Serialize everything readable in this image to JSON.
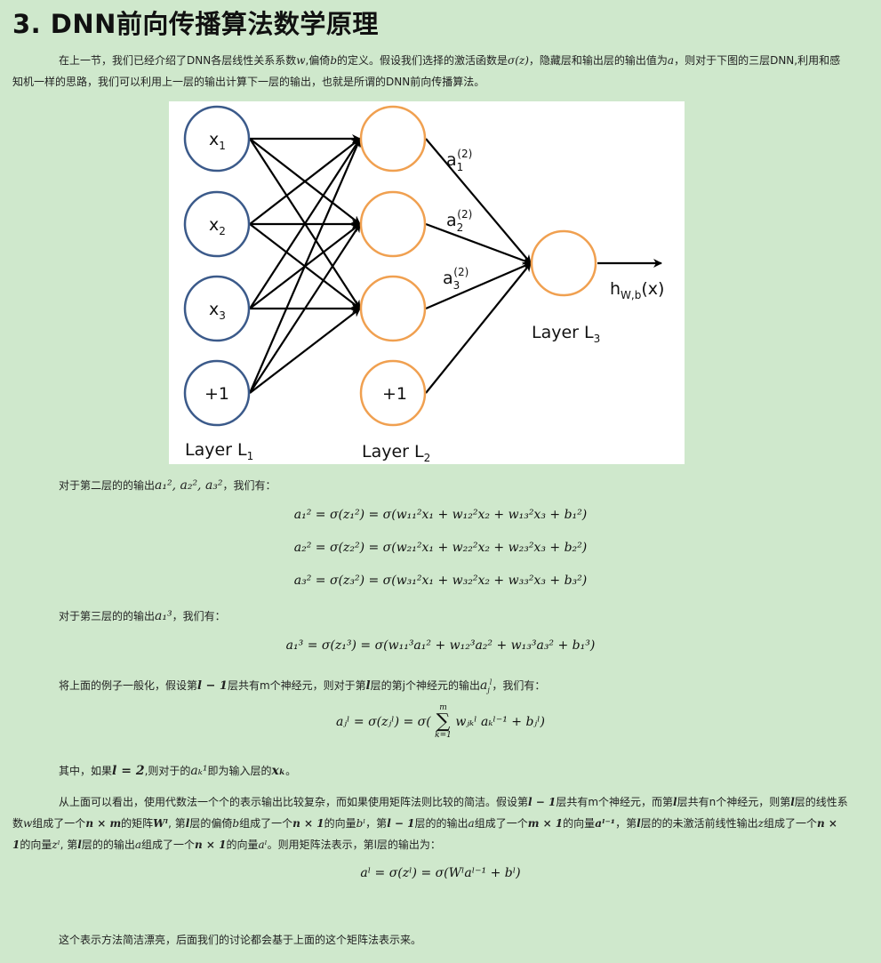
{
  "heading": "3. DNN前向传播算法数学原理",
  "intro": {
    "t1": "在上一节，我们已经介绍了DNN各层线性关系系数",
    "w": "w",
    "t2": ",偏倚",
    "b": "b",
    "t3": "的定义。假设我们选择的激活函数是",
    "sigma": "σ(z)",
    "t4": "，隐藏层和输出层的输出值为",
    "a": "a",
    "t5": "，则对于下图的三层DNN,利用和感知机一样的思路，我们可以利用上一层的输出计算下一层的输出，也就是所谓的DNN前向传播算法。"
  },
  "figure": {
    "input_nodes": [
      "x1",
      "x2",
      "x3",
      "+1"
    ],
    "hidden_bias": "+1",
    "arrow_labels": [
      "a1(2)",
      "a2(2)",
      "a3(2)"
    ],
    "output_label": "hW,b(x)",
    "layer_labels": [
      "Layer L1",
      "Layer L2",
      "Layer L3"
    ],
    "colors": {
      "input": "#3b5a8a",
      "hidden": "#f0a050",
      "edge": "#000000"
    }
  },
  "layer2_text": {
    "t1": "对于第二层的的输出",
    "vars": "a₁², a₂², a₃²",
    "t2": "，我们有："
  },
  "eq_layer2": [
    "a₁² = σ(z₁²) = σ(w₁₁²x₁ + w₁₂²x₂ + w₁₃²x₃ + b₁²)",
    "a₂² = σ(z₂²) = σ(w₂₁²x₁ + w₂₂²x₂ + w₂₃²x₃ + b₂²)",
    "a₃² = σ(z₃²) = σ(w₃₁²x₁ + w₃₂²x₂ + w₃₃²x₃ + b₃²)"
  ],
  "layer3_text": {
    "t1": "对于第三层的的输出",
    "vars": "a₁³",
    "t2": "，我们有："
  },
  "eq_layer3": "a₁³ = σ(z₁³) = σ(w₁₁³a₁² + w₁₂³a₂² + w₁₃³a₃² + b₁³)",
  "general_text": {
    "t1": "将上面的例子一般化，假设第",
    "l1": "l − 1",
    "t2": "层共有m个神经元，则对于第",
    "l": "l",
    "t3": "层的第j个神经元的输出",
    "a": "a",
    "t4": "，我们有："
  },
  "eq_general": {
    "lhs": "aⱼˡ = σ(zⱼˡ) = σ(",
    "sum_top": "m",
    "sum_sym": "∑",
    "sum_bot": "k=1",
    "rhs": "wⱼₖˡ aₖˡ⁻¹ + bⱼˡ)"
  },
  "where_text": {
    "t1": "其中，如果",
    "cond": "l = 2",
    "t2": ",则对于的",
    "a": "aₖ¹",
    "t3": "即为输入层的",
    "x": "xₖ",
    "t4": "。"
  },
  "matrix_text": {
    "s1": "从上面可以看出，使用代数法一个个的表示输出比较复杂，而如果使用矩阵法则比较的简洁。假设第",
    "l1": "l − 1",
    "s2": "层共有m个神经元，而第",
    "l": "l",
    "s3": "层共有n个神经元，则第",
    "s4": "层的线性系数",
    "w": "w",
    "s5": "组成了一个",
    "nm": "n × m",
    "s6": "的矩阵",
    "W": "Wˡ",
    "s7": ", 第",
    "s8": "层的偏倚",
    "b": "b",
    "s9": "组成了一个",
    "n1": "n × 1",
    "s10": "的向量",
    "bl": "bˡ",
    "s11": "，第",
    "s12": "层的的输出",
    "a": "a",
    "s13": "组成了一个",
    "m1": "m × 1",
    "s14": "的向量",
    "al1": "aˡ⁻¹",
    "s15": "，第",
    "s16": "层的的未激活前线性输出",
    "z": "z",
    "s17": "组成了一个",
    "s18": "的向量",
    "zl": "zˡ",
    "s19": ", 第",
    "s20": "层的的输出",
    "s21": "组成了一个",
    "s22": "的向量",
    "al": "aˡ",
    "s23": "。则用矩阵法表示，第l层的输出为："
  },
  "eq_matrix": "aˡ = σ(zˡ) = σ(Wˡaˡ⁻¹ + bˡ)",
  "closing": "这个表示方法简洁漂亮，后面我们的讨论都会基于上面的这个矩阵法表示来。"
}
